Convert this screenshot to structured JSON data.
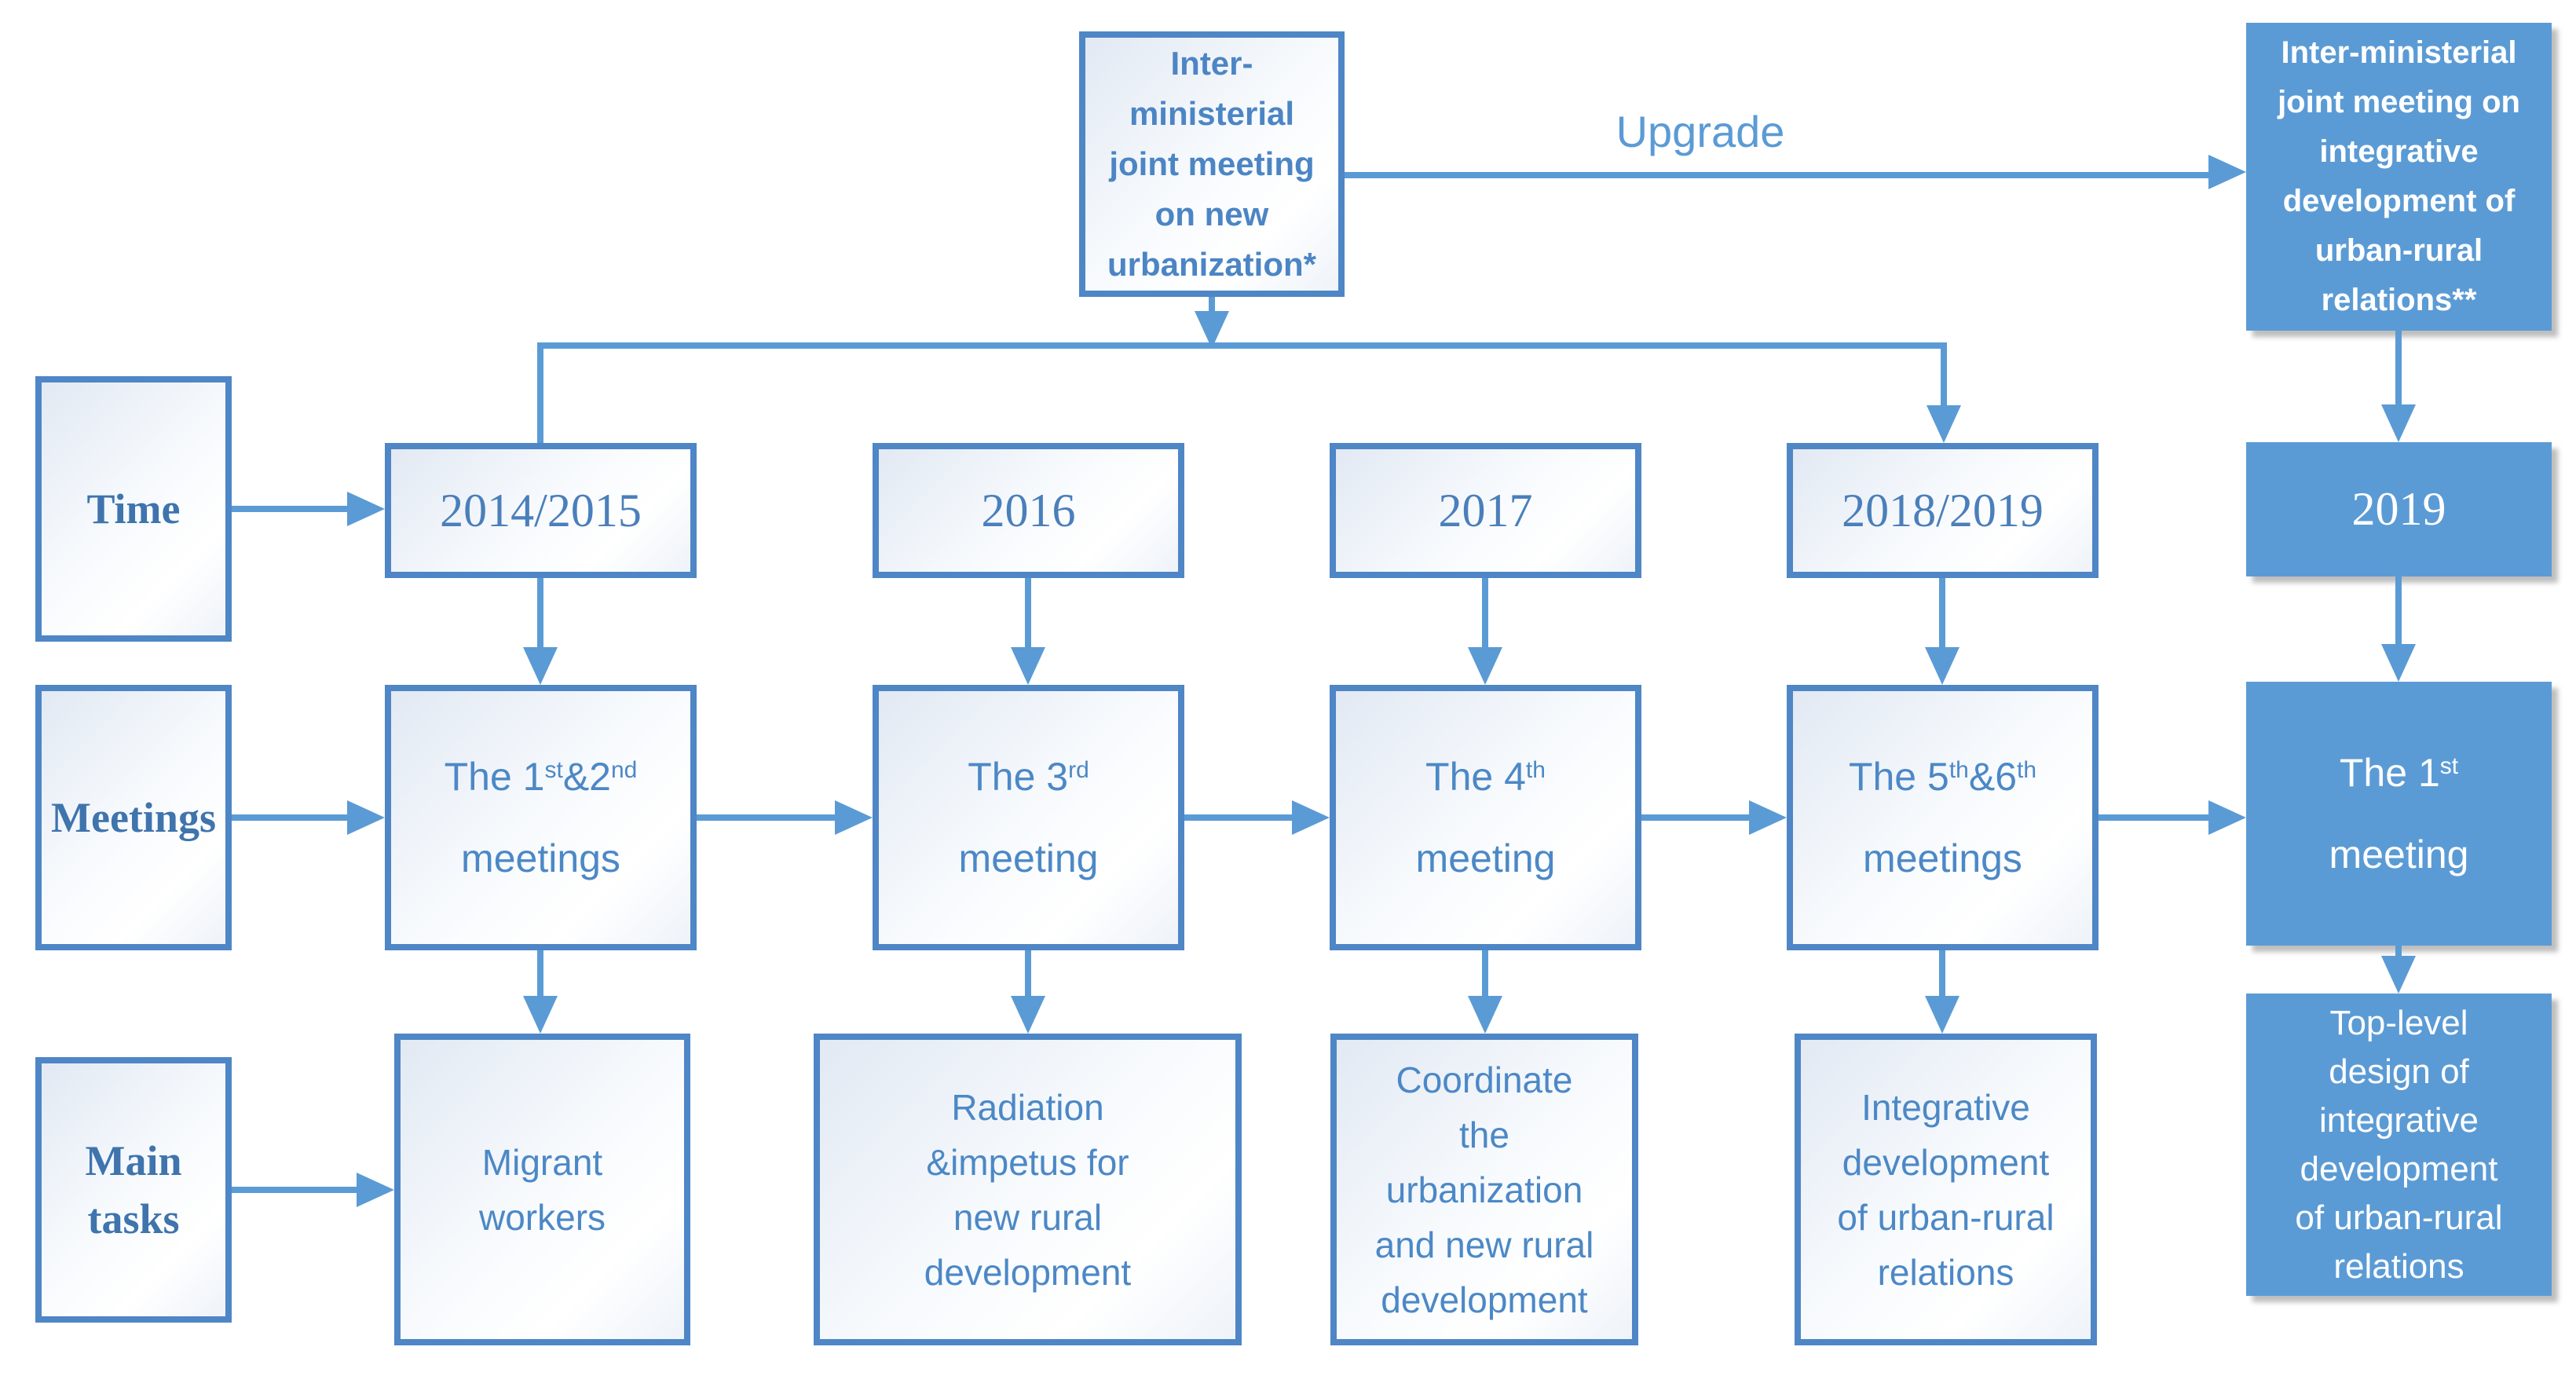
{
  "colors": {
    "accent_blue": "#5b9bd5",
    "border_blue": "#4e86c6",
    "text_blue": "#4c88c6",
    "serif_text_blue": "#4a7fba",
    "label_text_blue": "#3f74ad",
    "white": "#ffffff"
  },
  "top_flow": {
    "origin_lines": [
      "Inter-",
      "ministerial",
      "joint meeting",
      "on new",
      "urbanization*"
    ],
    "upgrade_label": "Upgrade",
    "upgraded_lines": [
      "Inter-ministerial",
      "joint meeting on",
      "integrative",
      "development of",
      "urban-rural",
      "relations**"
    ]
  },
  "row_labels": {
    "time": "Time",
    "meetings": "Meetings",
    "main_tasks_lines": [
      "Main",
      "tasks"
    ]
  },
  "timeline": {
    "years": [
      "2014/2015",
      "2016",
      "2017",
      "2018/2019"
    ],
    "upgraded_year": "2019"
  },
  "meetings": {
    "items": [
      {
        "pre": "The 1",
        "sup1": "st",
        "mid": "&2",
        "sup2": "nd",
        "rest": "meetings"
      },
      {
        "pre": "The 3",
        "sup1": "rd",
        "rest": "meeting"
      },
      {
        "pre": "The 4",
        "sup1": "th",
        "rest": "meeting"
      },
      {
        "pre": "The 5",
        "sup1": "th",
        "mid": "&6",
        "sup2": "th",
        "rest": "meetings"
      }
    ],
    "upgraded": {
      "pre": "The 1",
      "sup1": "st",
      "rest": "meeting"
    }
  },
  "tasks": {
    "items": [
      {
        "lines": [
          "Migrant",
          "workers"
        ]
      },
      {
        "lines": [
          "Radiation",
          "&impetus  for",
          "new rural",
          "development"
        ]
      },
      {
        "lines": [
          "Coordinate",
          "the",
          "urbanization",
          "and new rural",
          "development"
        ]
      },
      {
        "lines": [
          "Integrative",
          "development",
          "of urban-rural",
          "relations"
        ]
      }
    ],
    "upgraded": {
      "lines": [
        "Top-level",
        "design of",
        "integrative",
        "development",
        "of urban-rural",
        "relations"
      ]
    }
  }
}
